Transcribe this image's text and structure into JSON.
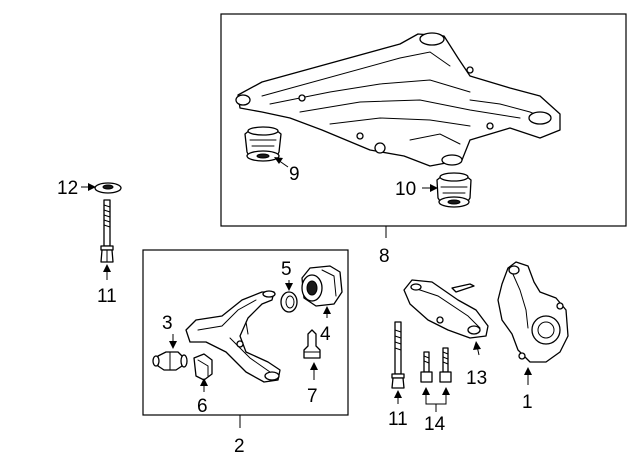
{
  "callouts": {
    "c1": "1",
    "c2": "2",
    "c3": "3",
    "c4": "4",
    "c5": "5",
    "c6": "6",
    "c7": "7",
    "c8": "8",
    "c9": "9",
    "c10": "10",
    "c11_left": "11",
    "c11_bottom": "11",
    "c12": "12",
    "c13": "13",
    "c14": "14"
  }
}
